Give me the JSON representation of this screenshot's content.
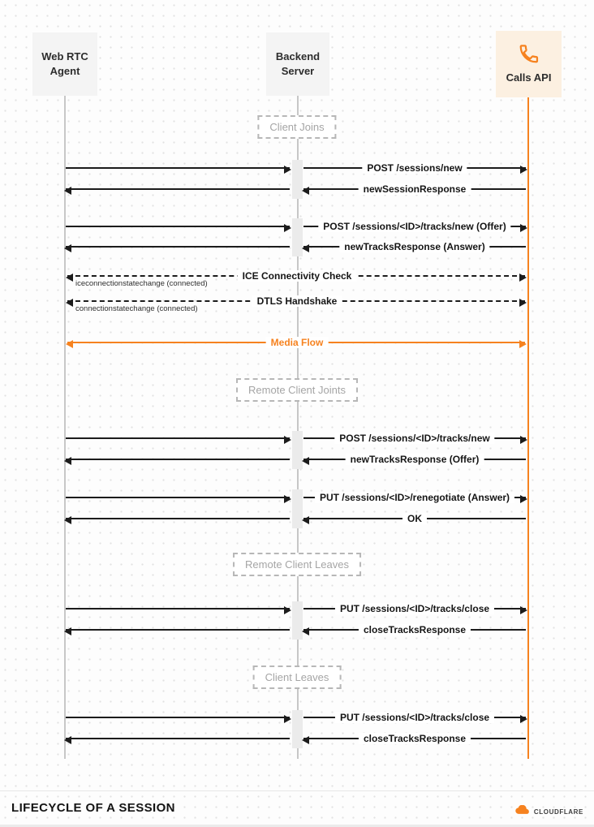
{
  "actors": [
    {
      "name": "Web RTC Agent"
    },
    {
      "name": "Backend Server"
    },
    {
      "name": "Calls API",
      "icon": "phone-icon"
    }
  ],
  "phases": [
    {
      "label": "Client Joins"
    },
    {
      "label": "Remote Client Joints"
    },
    {
      "label": "Remote Client Leaves"
    },
    {
      "label": "Client Leaves"
    }
  ],
  "messages": [
    {
      "label": "POST /sessions/new"
    },
    {
      "label": "newSessionResponse"
    },
    {
      "label": "POST /sessions/<ID>/tracks/new (Offer)"
    },
    {
      "label": "newTracksResponse (Answer)"
    },
    {
      "label": "ICE Connectivity Check",
      "note": "iceconnectionstatechange (connected)"
    },
    {
      "label": "DTLS Handshake",
      "note": "connectionstatechange (connected)"
    },
    {
      "label": "Media Flow"
    },
    {
      "label": "POST /sessions/<ID>/tracks/new"
    },
    {
      "label": "newTracksResponse (Offer)"
    },
    {
      "label": "PUT /sessions/<ID>/renegotiate (Answer)"
    },
    {
      "label": "OK"
    },
    {
      "label": "PUT /sessions/<ID>/tracks/close"
    },
    {
      "label": "closeTracksResponse"
    },
    {
      "label": "PUT /sessions/<ID>/tracks/close"
    },
    {
      "label": "closeTracksResponse"
    }
  ],
  "footer": {
    "title": "LIFECYCLE OF A SESSION",
    "brand": "CLOUDFLARE"
  },
  "colors": {
    "accent": "#f6821f",
    "line": "#1c1c1c"
  }
}
